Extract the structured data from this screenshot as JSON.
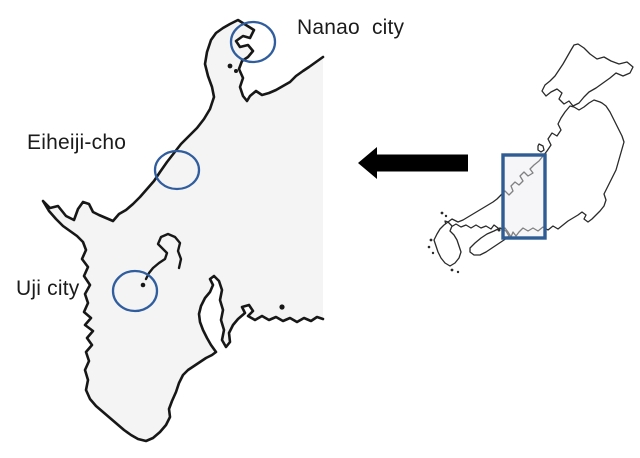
{
  "figure": {
    "kind": "map-figure",
    "background": "#ffffff"
  },
  "main_map": {
    "markers": [
      {
        "id": "nanao-city",
        "label": "Nanao  city"
      },
      {
        "id": "eiheiji-cho",
        "label": "Eiheiji-cho"
      },
      {
        "id": "uji-city",
        "label": "Uji city"
      }
    ]
  },
  "inset_map": {
    "country": "Japan outline",
    "region_box": "highlighted study region"
  },
  "colors": {
    "marker_outline": "#2F5D9E",
    "region_box": "#2E5C94",
    "coastline": "#171717",
    "land_fill": "#f4f4f5",
    "inset_outline": "#2a2a2a",
    "arrow": "#000000",
    "label_text": "#1b1b1b",
    "background": "#ffffff"
  }
}
